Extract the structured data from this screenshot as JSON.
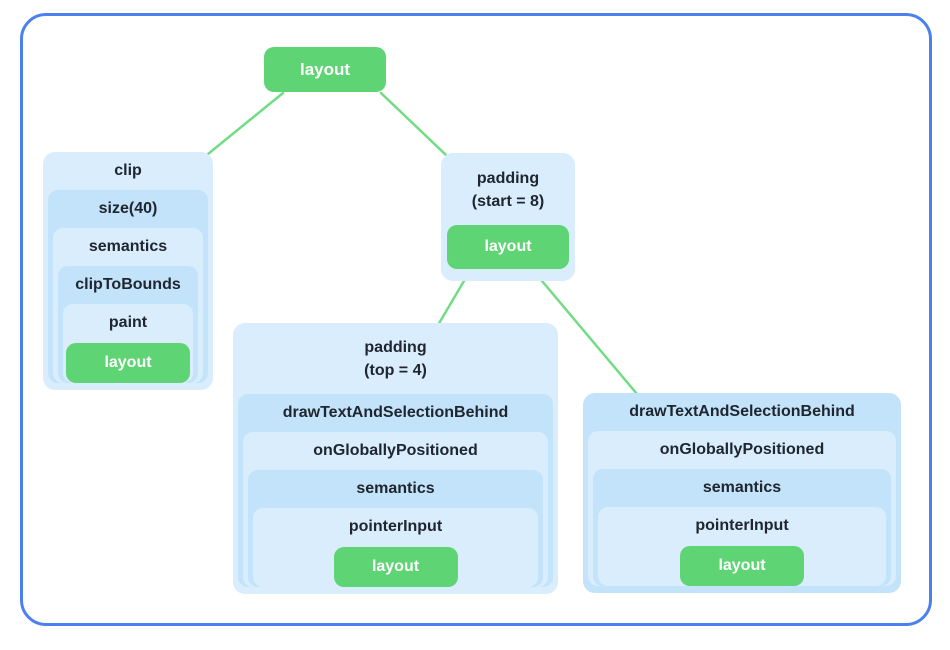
{
  "diagram": {
    "root": {
      "label": "layout"
    },
    "clip_chain": {
      "levels": [
        "clip",
        "size(40)",
        "semantics",
        "clipToBounds",
        "paint"
      ],
      "leaf": "layout"
    },
    "padding_start_chain": {
      "title_line1": "padding",
      "title_line2": "(start = 8)",
      "leaf": "layout"
    },
    "padding_top_chain": {
      "title_line1": "padding",
      "title_line2": "(top = 4)",
      "levels": [
        "drawTextAndSelectionBehind",
        "onGloballyPositioned",
        "semantics",
        "pointerInput"
      ],
      "leaf": "layout"
    },
    "draw_text_chain": {
      "levels": [
        "drawTextAndSelectionBehind",
        "onGloballyPositioned",
        "semantics",
        "pointerInput"
      ],
      "leaf": "layout"
    }
  },
  "colors": {
    "frame_border": "#4C80F1",
    "box_light": "#D9EDFC",
    "box_mid": "#C2E3F9",
    "node_green": "#5FD475",
    "connector_green": "#72DC85",
    "text_dark": "#202630",
    "node_text": "#FFFFFF",
    "background": "#FFFFFF"
  }
}
